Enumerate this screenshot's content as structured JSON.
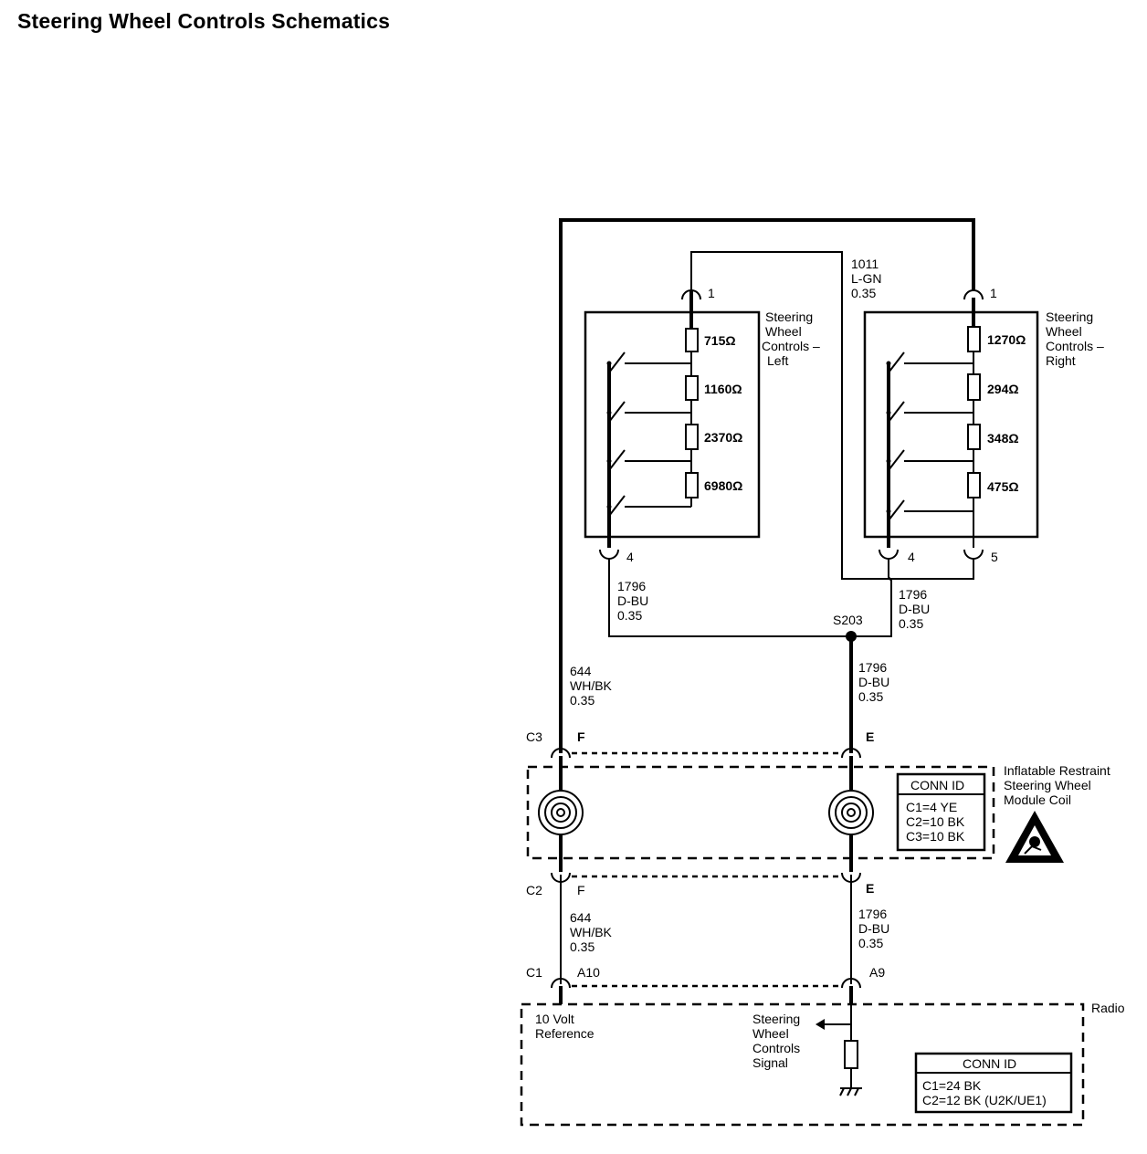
{
  "title": "Steering Wheel Controls Schematics",
  "left_switch": {
    "name_lines": [
      "Steering",
      "Wheel",
      "Controls –",
      "Left"
    ],
    "resistors": [
      "715Ω",
      "1160Ω",
      "2370Ω",
      "6980Ω"
    ],
    "top_pin": "1",
    "bottom_pin": "4"
  },
  "right_switch": {
    "name_lines": [
      "Steering",
      "Wheel",
      "Controls –",
      "Right"
    ],
    "resistors": [
      "1270Ω",
      "294Ω",
      "348Ω",
      "475Ω"
    ],
    "top_pin": "1",
    "bottom_pin_4": "4",
    "bottom_pin_5": "5"
  },
  "wires": {
    "w1011": [
      "1011",
      "L-GN",
      "0.35"
    ],
    "w1796_left": [
      "1796",
      "D-BU",
      "0.35"
    ],
    "w1796_right": [
      "1796",
      "D-BU",
      "0.35"
    ],
    "w1796_mid": [
      "1796",
      "D-BU",
      "0.35"
    ],
    "w644_upper": [
      "644",
      "WH/BK",
      "0.35"
    ],
    "w644_lower": [
      "644",
      "WH/BK",
      "0.35"
    ],
    "w1796_lower": [
      "1796",
      "D-BU",
      "0.35"
    ]
  },
  "splice": "S203",
  "connectors": {
    "c3": "C3",
    "c3_f": "F",
    "c3_e": "E",
    "c2": "C2",
    "c2_f": "F",
    "c2_e": "E",
    "c1": "C1",
    "c1_a10": "A10",
    "c1_a9": "A9"
  },
  "coil_module": {
    "name_lines": [
      "Inflatable Restraint",
      "Steering Wheel",
      "Module Coil"
    ],
    "conn_id_header": "CONN ID",
    "conn_ids": [
      "C1=4 YE",
      "C2=10 BK",
      "C3=10 BK"
    ],
    "warning_icon": "airbag-warning-triangle"
  },
  "radio": {
    "name": "Radio",
    "ref_lines": [
      "10 Volt",
      "Reference"
    ],
    "signal_lines": [
      "Steering",
      "Wheel",
      "Controls",
      "Signal"
    ],
    "conn_id_header": "CONN ID",
    "conn_ids": [
      "C1=24 BK",
      "C2=12 BK (U2K/UE1)"
    ]
  }
}
